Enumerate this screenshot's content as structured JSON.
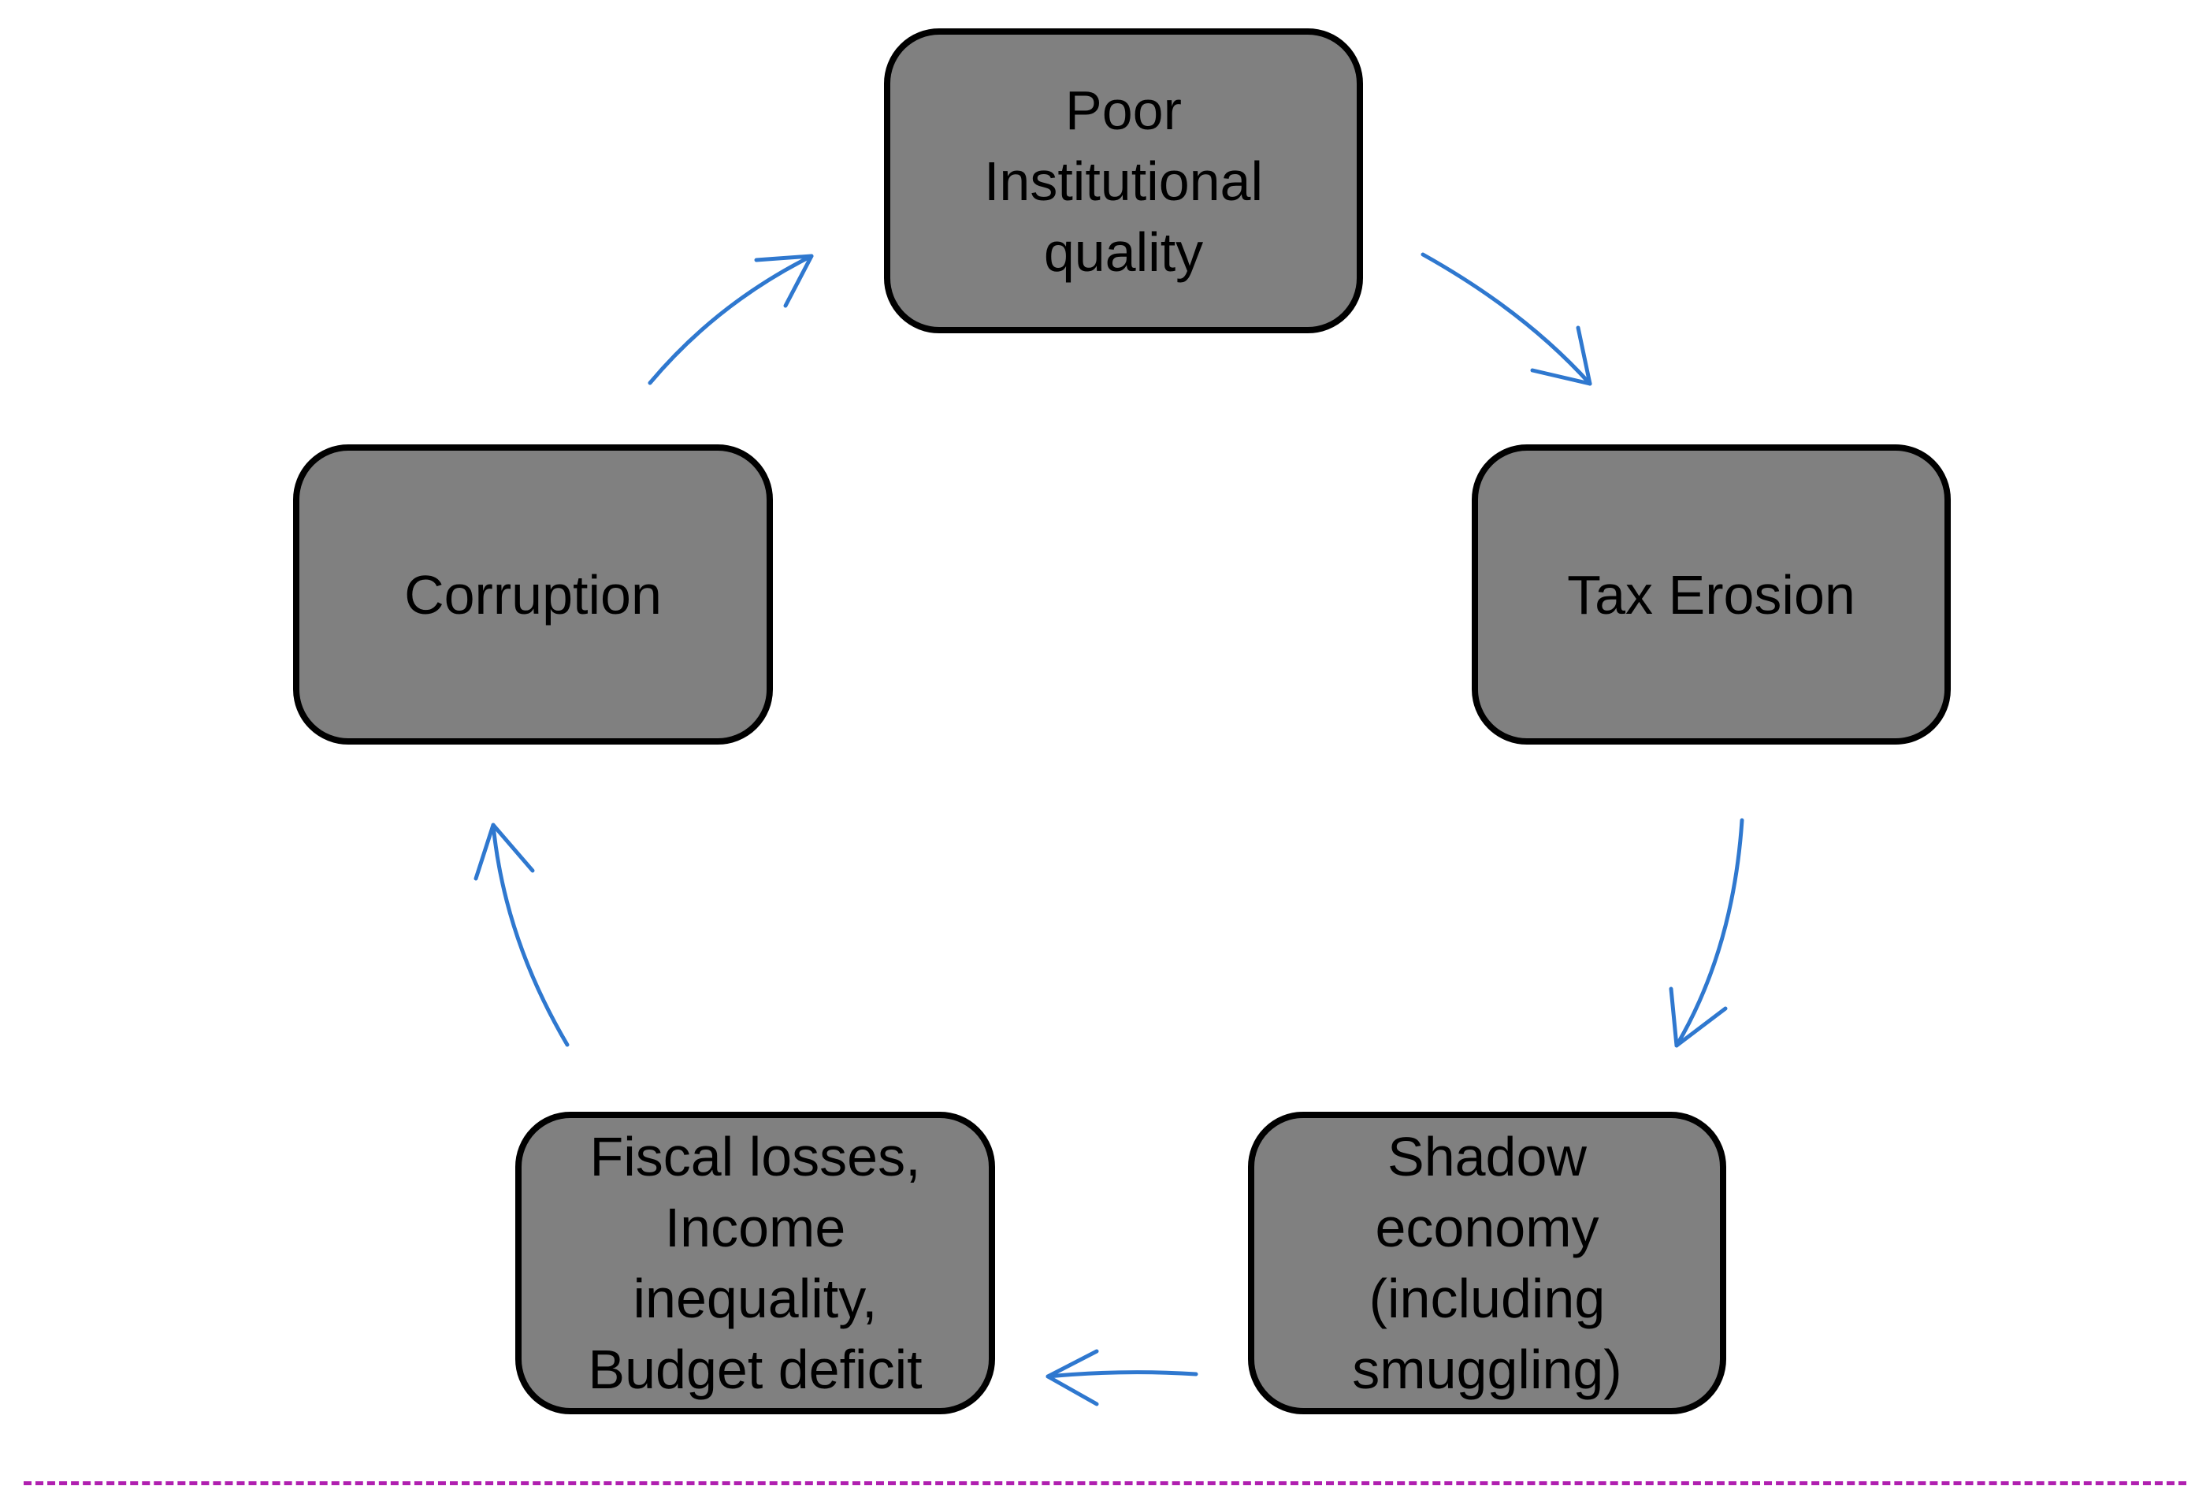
{
  "diagram": {
    "type": "cycle",
    "nodes": [
      {
        "id": "poor-institutional-quality",
        "label": "Poor\nInstitutional\nquality"
      },
      {
        "id": "tax-erosion",
        "label": "Tax Erosion"
      },
      {
        "id": "shadow-economy",
        "label": "Shadow\neconomy\n(including\nsmuggling)"
      },
      {
        "id": "fiscal-losses",
        "label": "Fiscal losses,\nIncome\ninequality,\nBudget  deficit"
      },
      {
        "id": "corruption",
        "label": "Corruption"
      }
    ],
    "edges": [
      {
        "from": "poor-institutional-quality",
        "to": "tax-erosion"
      },
      {
        "from": "tax-erosion",
        "to": "shadow-economy"
      },
      {
        "from": "shadow-economy",
        "to": "fiscal-losses"
      },
      {
        "from": "fiscal-losses",
        "to": "corruption"
      },
      {
        "from": "corruption",
        "to": "poor-institutional-quality"
      }
    ],
    "colors": {
      "node_fill": "#808080",
      "node_border": "#000000",
      "arrow": "#2f78cf",
      "divider": "#b020b0"
    }
  }
}
